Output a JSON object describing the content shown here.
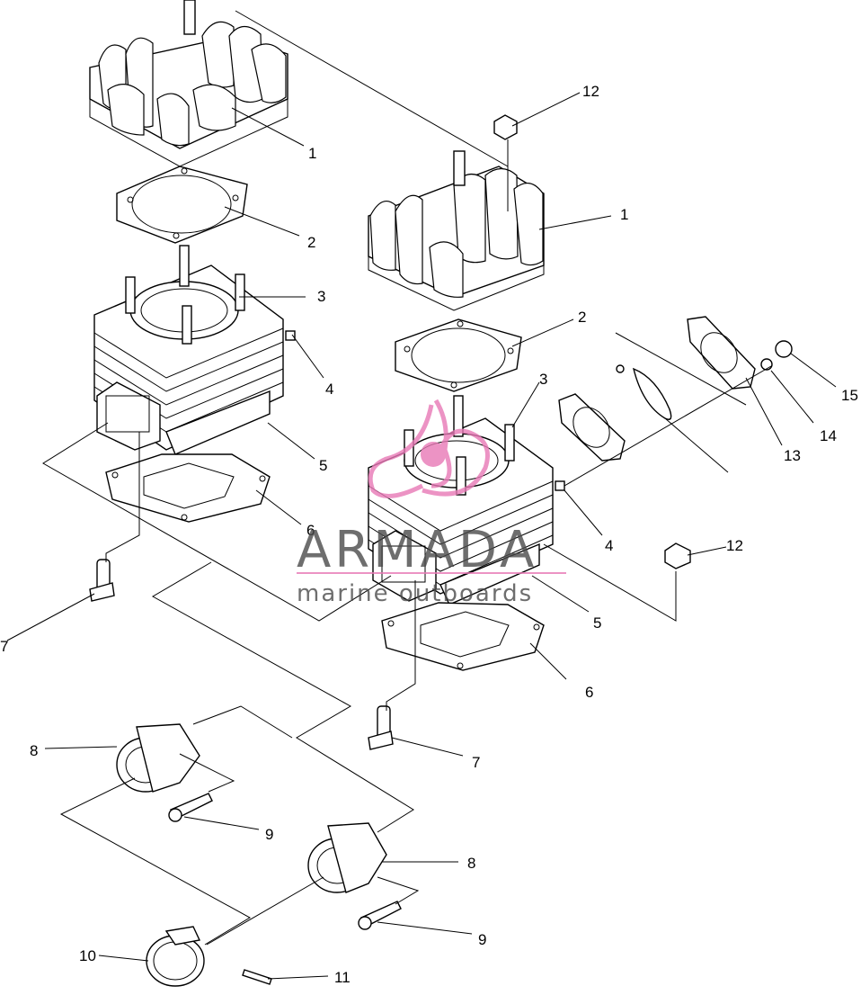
{
  "watermark": {
    "brand": "ARMADA",
    "tagline": "marine outboards",
    "accent_color": "#e879b6",
    "text_color": "#4a4a4a"
  },
  "callouts": [
    {
      "id": "c1a",
      "text": "1"
    },
    {
      "id": "c1b",
      "text": "1"
    },
    {
      "id": "c2a",
      "text": "2"
    },
    {
      "id": "c2b",
      "text": "2"
    },
    {
      "id": "c3a",
      "text": "3"
    },
    {
      "id": "c3b",
      "text": "3"
    },
    {
      "id": "c4a",
      "text": "4"
    },
    {
      "id": "c4b",
      "text": "4"
    },
    {
      "id": "c5a",
      "text": "5"
    },
    {
      "id": "c5b",
      "text": "5"
    },
    {
      "id": "c6a",
      "text": "6"
    },
    {
      "id": "c6b",
      "text": "6"
    },
    {
      "id": "c7a",
      "text": "7"
    },
    {
      "id": "c7b",
      "text": "7"
    },
    {
      "id": "c8a",
      "text": "8"
    },
    {
      "id": "c8b",
      "text": "8"
    },
    {
      "id": "c9a",
      "text": "9"
    },
    {
      "id": "c9b",
      "text": "9"
    },
    {
      "id": "c10",
      "text": "10"
    },
    {
      "id": "c11",
      "text": "11"
    },
    {
      "id": "c12a",
      "text": "12"
    },
    {
      "id": "c12b",
      "text": "12"
    },
    {
      "id": "c13",
      "text": "13"
    },
    {
      "id": "c14",
      "text": "14"
    },
    {
      "id": "c15",
      "text": "15"
    }
  ]
}
